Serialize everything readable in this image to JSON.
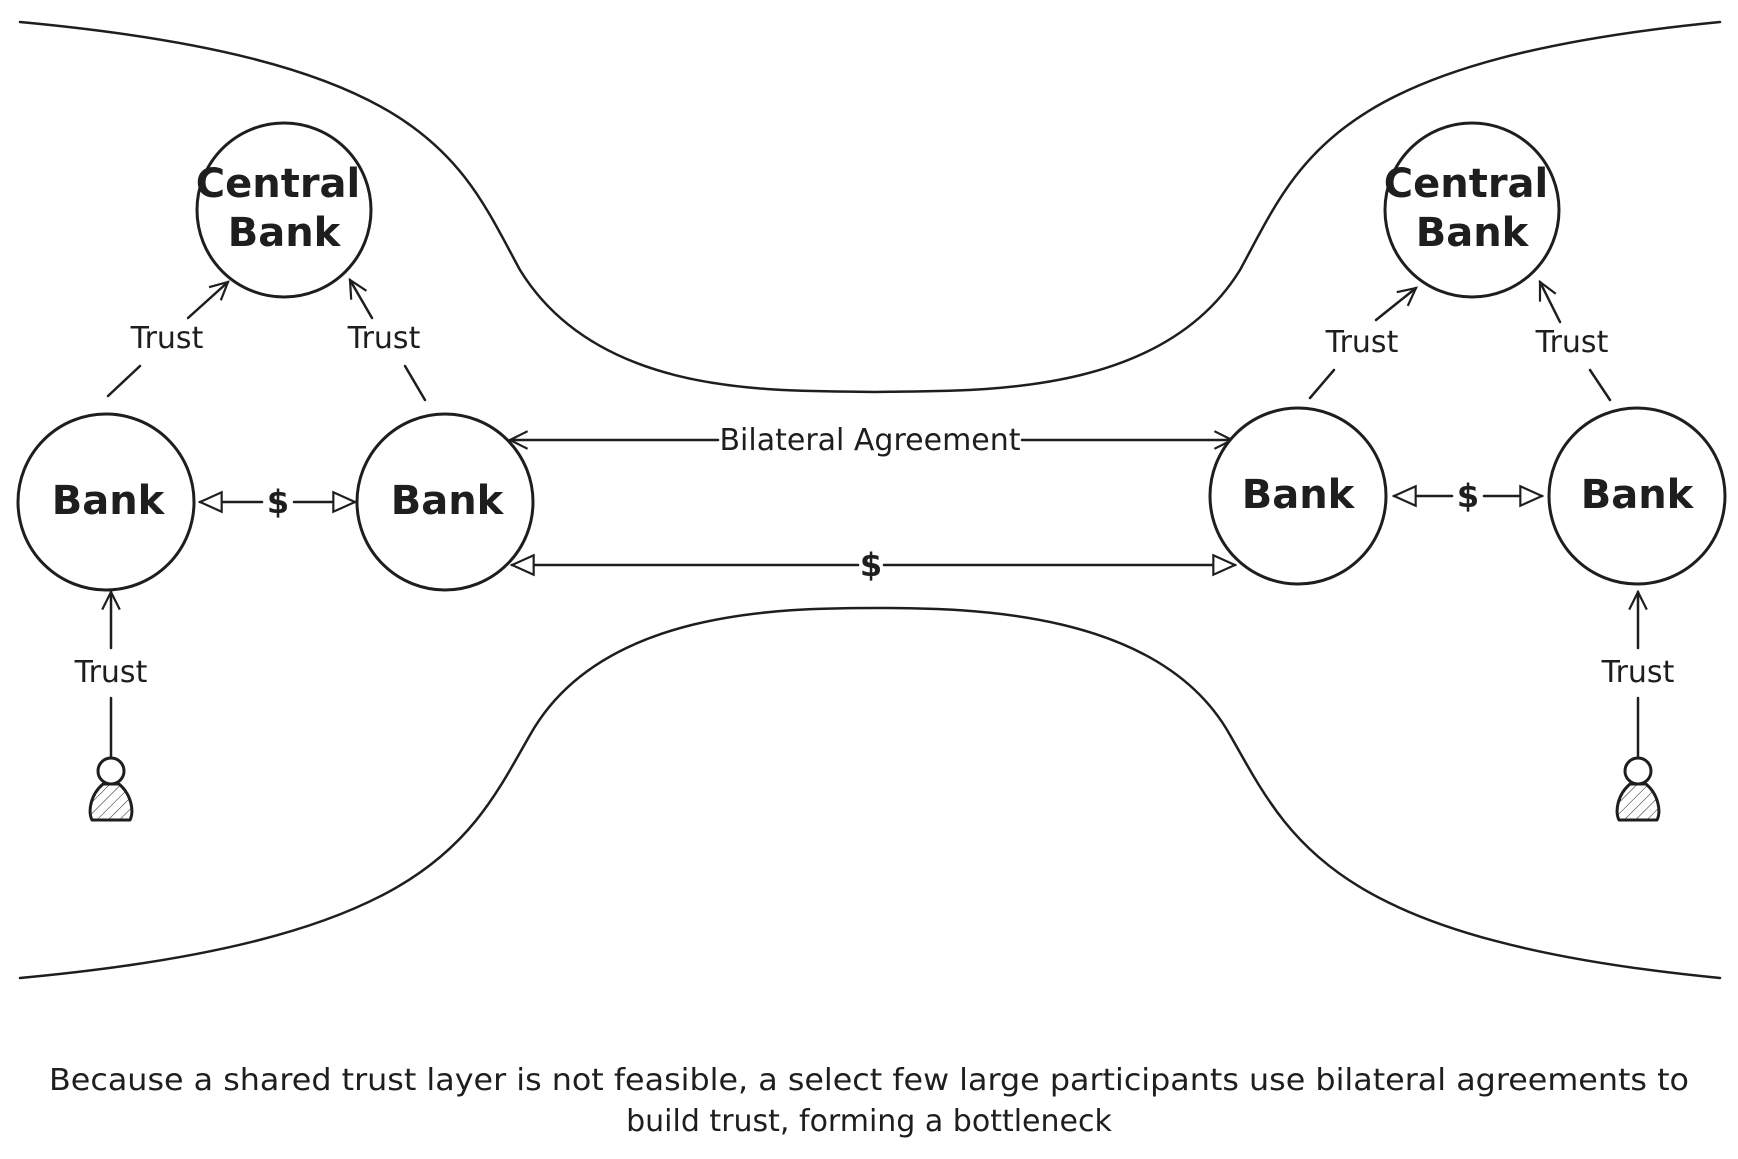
{
  "diagram": {
    "left_region": {
      "central_bank": {
        "line1": "Central",
        "line2": "Bank"
      },
      "bank_a": "Bank",
      "bank_b": "Bank",
      "trust_a_to_cb": "Trust",
      "trust_b_to_cb": "Trust",
      "payment": "$",
      "trust_person": "Trust"
    },
    "right_region": {
      "central_bank": {
        "line1": "Central",
        "line2": "Bank"
      },
      "bank_a": "Bank",
      "bank_b": "Bank",
      "trust_a_to_cb": "Trust",
      "trust_b_to_cb": "Trust",
      "payment": "$",
      "trust_person": "Trust"
    },
    "bridge": {
      "agreement": "Bilateral Agreement",
      "payment": "$"
    }
  },
  "caption": {
    "line1": "Because a shared trust layer is not feasible, a select few large participants use bilateral agreements to",
    "line2": "build trust, forming a bottleneck"
  }
}
